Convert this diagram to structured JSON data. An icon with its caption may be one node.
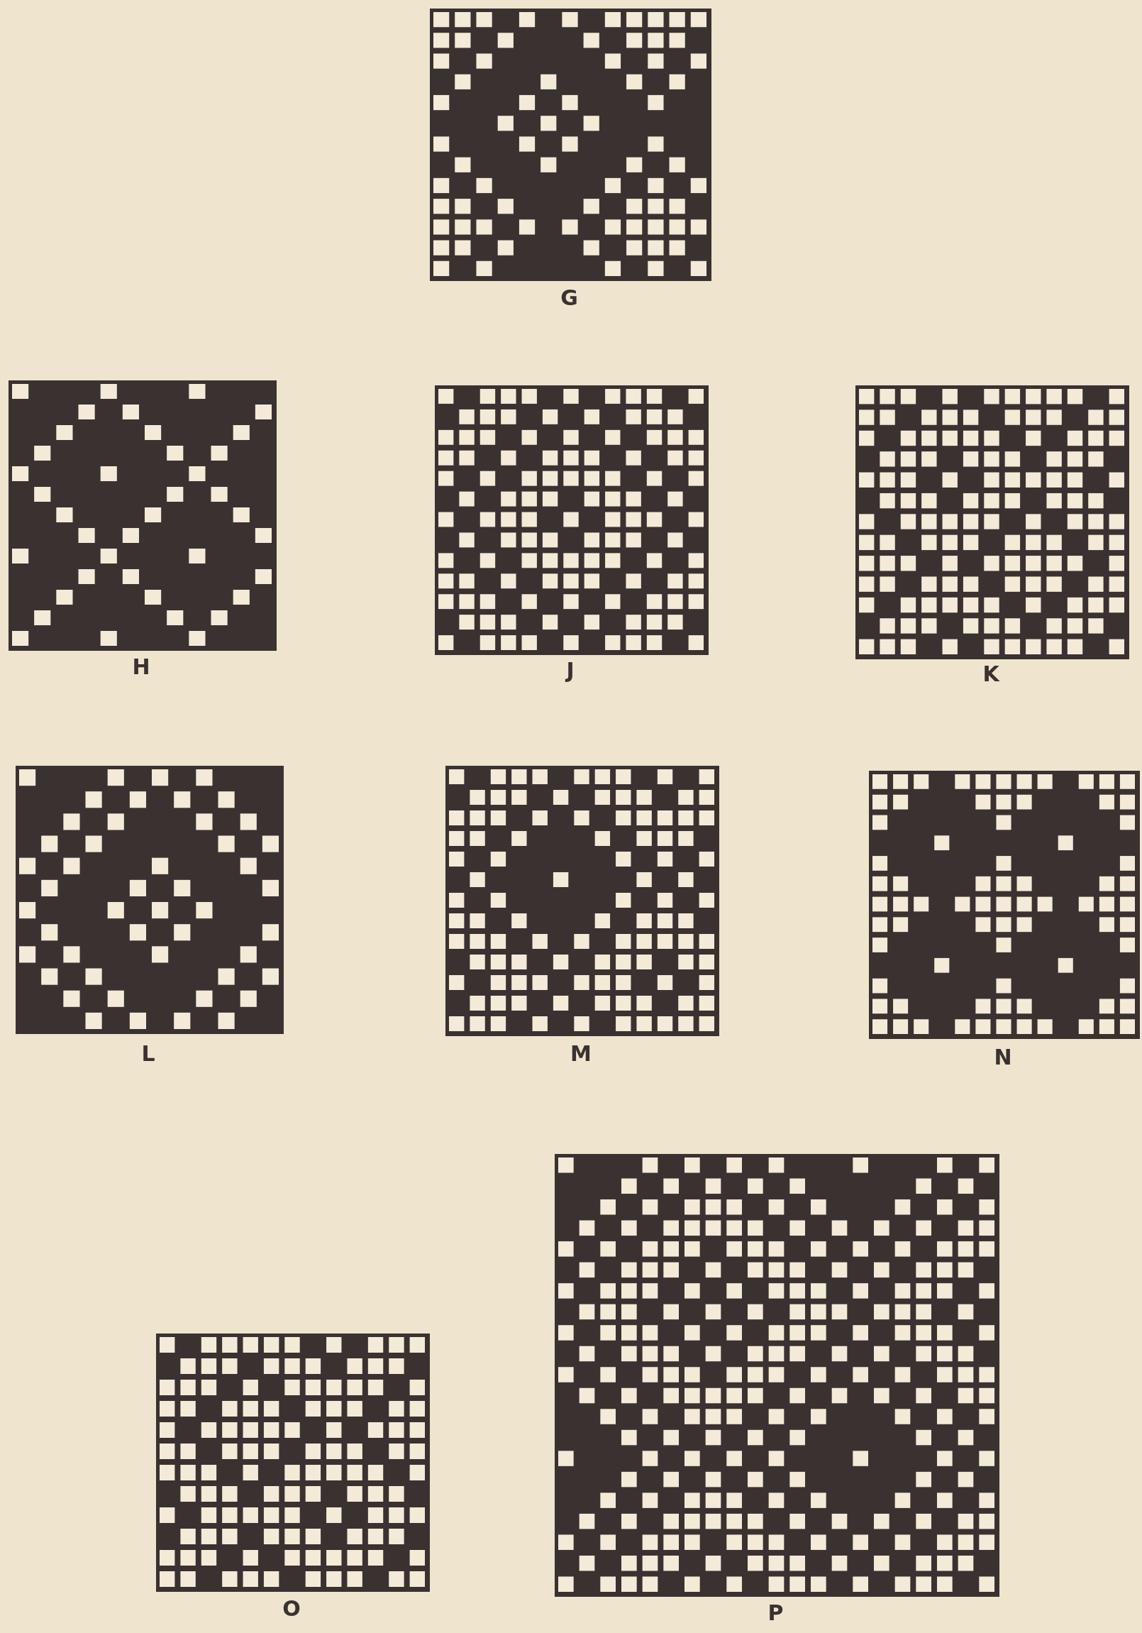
{
  "diagram": {
    "labels": [
      "G",
      "H",
      "J",
      "K",
      "L",
      "M",
      "N",
      "O",
      "P"
    ]
  }
}
